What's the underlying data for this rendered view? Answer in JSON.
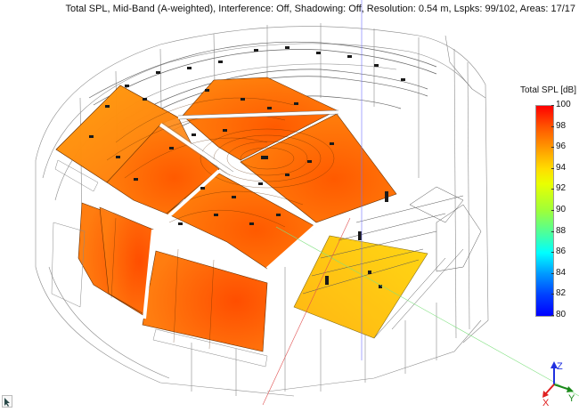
{
  "header": {
    "title": "Total SPL, Mid-Band (A-weighted), Interference: Off, Shadowing: Off, Resolution: 0.54 m, Lspks: 99/102, Areas: 17/17"
  },
  "legend": {
    "title": "Total SPL [dB]",
    "ticks": [
      "100",
      "98",
      "96",
      "94",
      "92",
      "90",
      "88",
      "86",
      "84",
      "82",
      "80"
    ],
    "min": 80,
    "max": 100,
    "colors": {
      "max": "#ff0000",
      "high": "#ff8800",
      "mid": "#ffff00",
      "low": "#00ffff",
      "min": "#0000ff"
    }
  },
  "axes": {
    "x_label": "X",
    "y_label": "Y",
    "z_label": "Z",
    "x_color": "#e02020",
    "y_color": "#1a8a1a",
    "z_color": "#2030e0"
  },
  "view": {
    "area_colors": {
      "audience_orange": "#ff7a10",
      "audience_light": "#ff9a10",
      "stage_yellow": "#ffc800"
    },
    "wire_color": "#555555"
  },
  "status": {
    "pointer_icon": "cursor-arrow-icon"
  }
}
